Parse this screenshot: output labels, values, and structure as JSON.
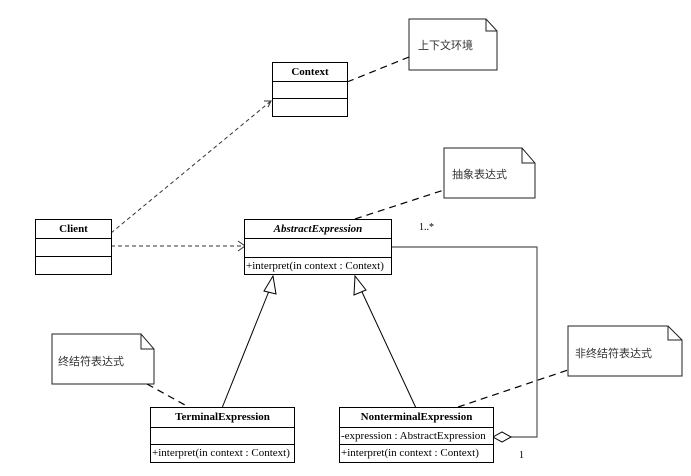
{
  "diagram": {
    "type": "UML class diagram",
    "classes": {
      "context": {
        "name": "Context",
        "attributes": "",
        "operations": ""
      },
      "client": {
        "name": "Client",
        "attributes": "",
        "operations": ""
      },
      "abstract_expression": {
        "name": "AbstractExpression",
        "attributes": "",
        "operations": "+interpret(in context : Context)"
      },
      "terminal_expression": {
        "name": "TerminalExpression",
        "attributes": "",
        "operations": "+interpret(in context : Context)"
      },
      "nonterminal_expression": {
        "name": "NonterminalExpression",
        "attributes": "-expression : AbstractExpression",
        "operations": "+interpret(in context : Context)"
      }
    },
    "notes": {
      "context_note": "上下文环境",
      "abstract_note": "抽象表达式",
      "terminal_note": "终结符表达式",
      "nonterminal_note": "非终结符表达式"
    },
    "multiplicities": {
      "aggregation_many": "1..*",
      "aggregation_one": "1"
    },
    "relationships": [
      {
        "from": "Client",
        "to": "Context",
        "kind": "dependency"
      },
      {
        "from": "Client",
        "to": "AbstractExpression",
        "kind": "dependency"
      },
      {
        "from": "TerminalExpression",
        "to": "AbstractExpression",
        "kind": "generalization"
      },
      {
        "from": "NonterminalExpression",
        "to": "AbstractExpression",
        "kind": "generalization"
      },
      {
        "from": "NonterminalExpression",
        "to": "AbstractExpression",
        "kind": "aggregation"
      }
    ]
  }
}
